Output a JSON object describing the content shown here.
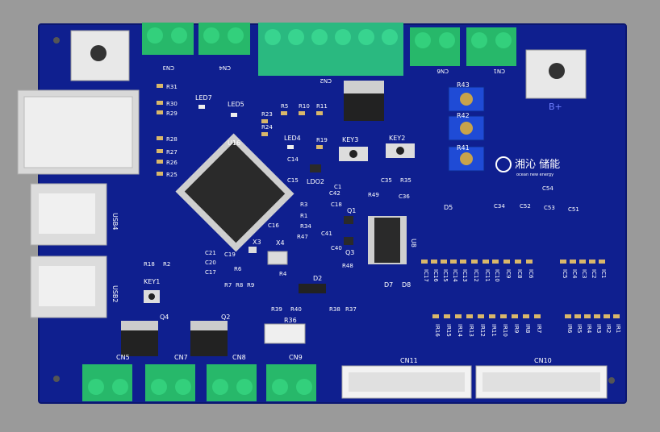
{
  "colors": {
    "background": "#9a9a9a",
    "board": "#0f1f8f",
    "board_edge": "#0a1670",
    "silk": "#ffffff",
    "terminal_green": "#27b86a",
    "terminal_green_dark": "#1b8e50",
    "chip": "#2a2a2a",
    "pad": "#d9b76a"
  },
  "brand": {
    "logo_text": "湘沁 储能",
    "tagline": "ocean new energy"
  },
  "connectors_top": [
    "CN3",
    "CN4",
    "CN2",
    "CN6",
    "CN1"
  ],
  "connectors_bottom": [
    "CN5",
    "CN7",
    "CN8",
    "CN9"
  ],
  "headers_bottom": [
    "CN11",
    "CN10"
  ],
  "usb": [
    "USB4",
    "USB2"
  ],
  "ics": {
    "mcu": "U16",
    "driver": "U8",
    "ldo": "LDO2",
    "xtal3": "X3",
    "xtal4": "X4"
  },
  "buttons": [
    "KEY1",
    "KEY2",
    "KEY3"
  ],
  "leds": [
    "LED7",
    "LED5",
    "LED4"
  ],
  "transistors": [
    "Q1",
    "Q3",
    "Q2",
    "Q4"
  ],
  "diodes": [
    "D2",
    "D5",
    "D7",
    "D8"
  ],
  "resistor_big": "R36",
  "pots": [
    "R43",
    "R42",
    "R41"
  ],
  "left_resistors": [
    "R31",
    "R30",
    "R29",
    "R28",
    "R27",
    "R26",
    "R25"
  ],
  "top_resistors": [
    "R5",
    "R10",
    "R11",
    "R23",
    "R24",
    "R19"
  ],
  "misc_labels": [
    "C14",
    "C15",
    "C1",
    "C42",
    "C18",
    "R3",
    "R1",
    "R34",
    "R47",
    "C16",
    "C41",
    "C40",
    "C21",
    "C20",
    "C17",
    "C19",
    "R18",
    "R2",
    "R6",
    "R7",
    "R8",
    "R9",
    "R4",
    "R39",
    "R40",
    "R38",
    "R37",
    "R48",
    "R49",
    "C35",
    "R35",
    "C36",
    "C34",
    "C52",
    "C53",
    "C54",
    "C51"
  ],
  "ic_row": [
    "IC17",
    "IC16",
    "IC15",
    "IC14",
    "IC13",
    "IC12",
    "IC11",
    "IC10",
    "IC9",
    "IC8",
    "IC6",
    "IC5",
    "IC4",
    "IC3",
    "IC2",
    "IC1"
  ],
  "ir_row": [
    "IR16",
    "IR15",
    "IR14",
    "IR13",
    "IR12",
    "IR11",
    "IR10",
    "IR9",
    "IR8",
    "IR7",
    "IR6",
    "IR5",
    "IR4",
    "IR3",
    "IR2",
    "IR1"
  ],
  "power_marks": [
    "B+"
  ]
}
